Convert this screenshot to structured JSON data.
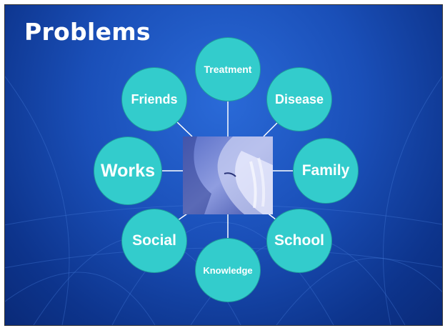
{
  "slide": {
    "title": "Problems"
  },
  "diagram": {
    "center_image": "woman-face-photo",
    "nodes": [
      {
        "id": "treatment",
        "label": "Treatment"
      },
      {
        "id": "friends",
        "label": "Friends"
      },
      {
        "id": "disease",
        "label": "Disease"
      },
      {
        "id": "works",
        "label": "Works"
      },
      {
        "id": "family",
        "label": "Family"
      },
      {
        "id": "social",
        "label": "Social"
      },
      {
        "id": "school",
        "label": "School"
      },
      {
        "id": "knowledge",
        "label": "Knowledge"
      }
    ]
  },
  "colors": {
    "background": "#1a4fb8",
    "node_fill": "#33cccc",
    "node_text": "#ffffff",
    "connector": "#ffffff"
  }
}
